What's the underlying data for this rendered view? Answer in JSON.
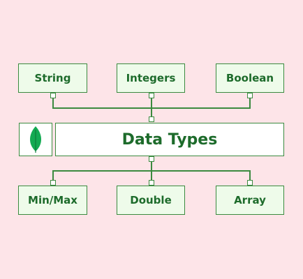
{
  "diagram": {
    "title": "Data Types",
    "logo_icon": "mongodb-leaf-icon",
    "top_items": [
      {
        "label": "String"
      },
      {
        "label": "Integers"
      },
      {
        "label": "Boolean"
      }
    ],
    "bottom_items": [
      {
        "label": "Min/Max"
      },
      {
        "label": "Double"
      },
      {
        "label": "Array"
      }
    ]
  },
  "colors": {
    "background": "#fde4e8",
    "border": "#3b8a3f",
    "text": "#1d6b2b",
    "box_fill": "#eefbea",
    "leaf": "#13aa52"
  }
}
